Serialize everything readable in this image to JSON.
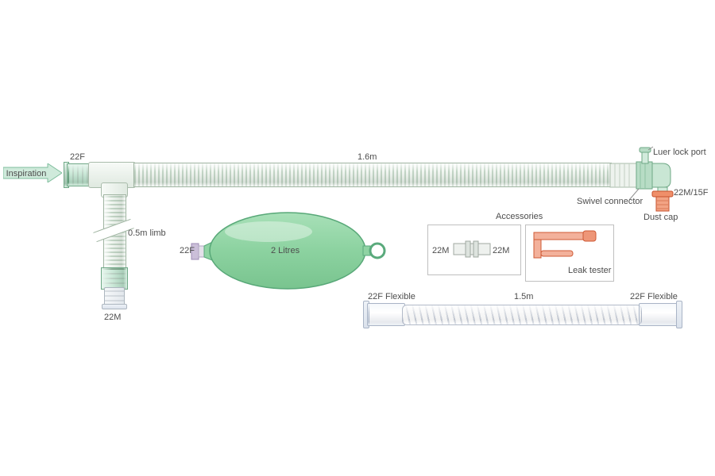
{
  "diagram": {
    "inspiration": "Inspiration",
    "main_tube": {
      "left_connector": "22F",
      "length": "1.6m",
      "luer_port": "Luer lock port",
      "swivel": "Swivel connector",
      "patient_connector": "22M/15F",
      "dust_cap": "Dust cap"
    },
    "limb": {
      "length": "0.5m limb",
      "end_connector": "22M"
    },
    "bag": {
      "connector": "22F",
      "volume": "2 Litres"
    },
    "accessories": {
      "title": "Accessories",
      "coupler_left": "22M",
      "coupler_right": "22M",
      "leak_tester": "Leak tester"
    },
    "flex_tube": {
      "left": "22F Flexible",
      "length": "1.5m",
      "right": "22F Flexible"
    }
  },
  "colors": {
    "bag_green": "#8cd2a0",
    "green_stroke": "#58a878",
    "orange_fill": "#f2a384",
    "orange_stroke": "#cf5a36",
    "text": "#4d4d4d"
  }
}
